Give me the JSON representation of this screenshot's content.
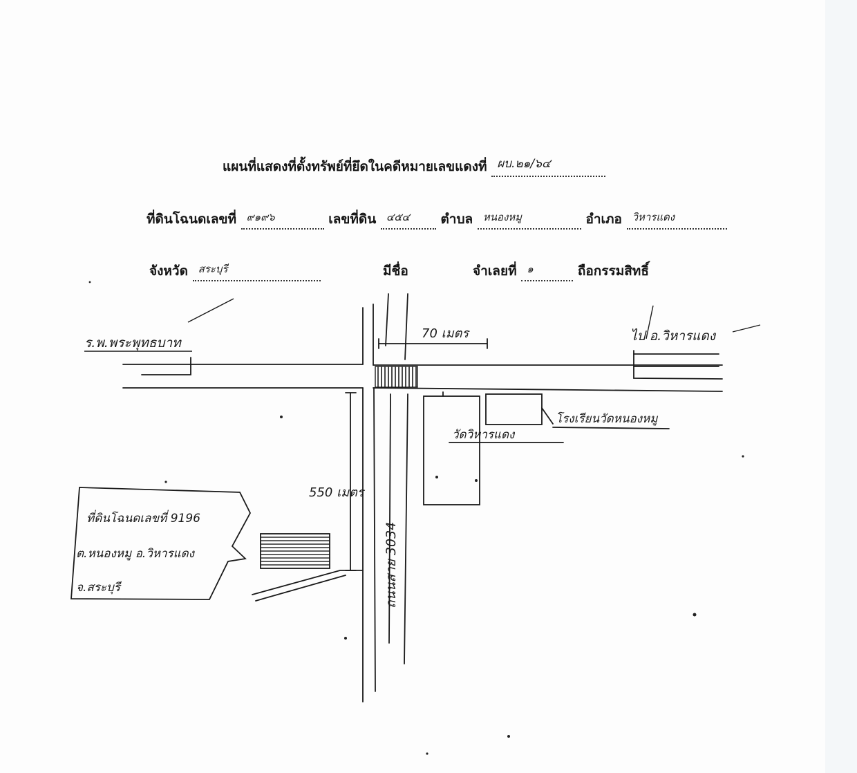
{
  "header": {
    "title": "แผนที่แสดงที่ตั้งทรัพย์ที่ยึดในคดีหมายเลขแดงที่",
    "case_number": "ผบ.๒๑/๖๔"
  },
  "fields": {
    "deed_label": "ที่ดินโฉนดเลขที่",
    "deed_value": "๙๑๙๖",
    "land_no_label": "เลขที่ดิน",
    "land_no_value": "๔๕๔",
    "subdistrict_label": "ตำบล",
    "subdistrict_value": "หนองหมู",
    "district_label": "อำเภอ",
    "district_value": "วิหารแดง",
    "province_label": "จังหวัด",
    "province_value": "สระบุรี",
    "has_name_label": "มีชื่อ",
    "owner_no_label": "จำเลยที่",
    "owner_no_value": "๑",
    "ownership_label": "ถือกรรมสิทธิ์"
  },
  "map": {
    "left_direction": "ร.พ.พระพุทธบาท",
    "right_direction": "ไป อ.วิหารแดง",
    "distance_top": "70 เมตร",
    "distance_side": "550 เมตร",
    "road_name": "ถนนสาย 3034",
    "school_label": "โรงเรียนวัดหนองหมู",
    "temple_label": "วัดวิหารแดง",
    "parcel_note_line1": "ที่ดินโฉนดเลขที่ 9196",
    "parcel_note_line2": "ต.หนองหมู อ.วิหารแดง",
    "parcel_note_line3": "จ.สระบุรี"
  }
}
